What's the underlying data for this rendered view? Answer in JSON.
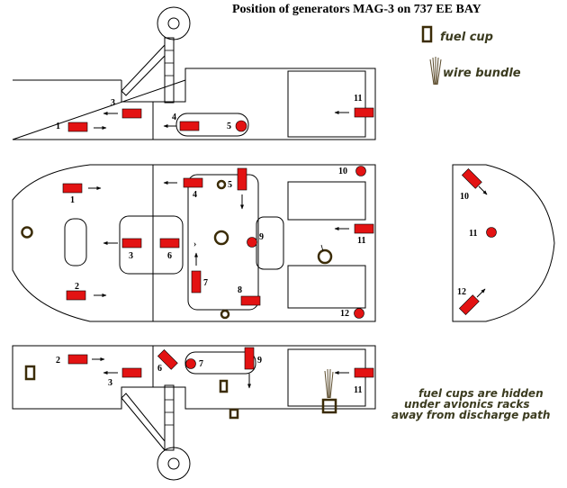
{
  "title": "Position of generators MAG-3 on 737 EE BAY",
  "legend": {
    "fuel_cup_label": "fuel cup",
    "wire_bundle_label": "wire bundle",
    "fuel_cup_color": "#3b2c07",
    "wire_bundle_color": "#5a4a2a"
  },
  "note": {
    "line1": "fuel cups are hidden",
    "line2": "under avionics racks",
    "line3": "away from discharge path"
  },
  "colors": {
    "generator": "#e31313",
    "outline": "#000000"
  },
  "top_view": {
    "labels": [
      "1",
      "3",
      "4",
      "5",
      "11"
    ]
  },
  "middle_view": {
    "labels": [
      "1",
      "2",
      "3",
      "4",
      "5",
      "6",
      "7",
      "8",
      "9",
      "10",
      "11",
      "12"
    ]
  },
  "right_view": {
    "labels": [
      "10",
      "11",
      "12"
    ]
  },
  "bottom_view": {
    "labels": [
      "2",
      "3",
      "6",
      "7",
      "9",
      "11"
    ]
  }
}
